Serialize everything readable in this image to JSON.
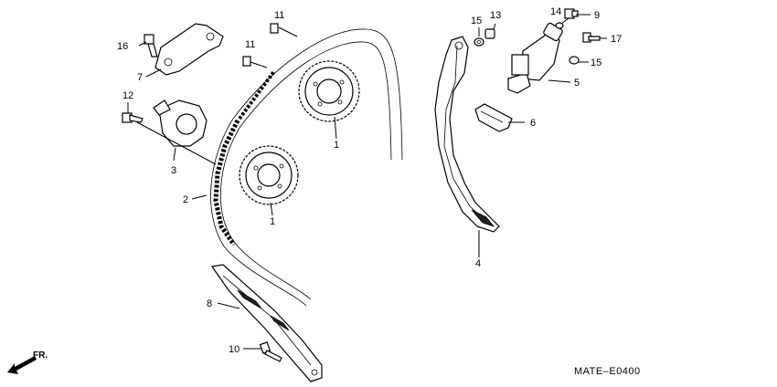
{
  "diagram_code": "MATE–E0400",
  "direction_label": "FR.",
  "callouts": [
    {
      "id": "c1a",
      "label": "1"
    },
    {
      "id": "c1b",
      "label": "1"
    },
    {
      "id": "c2",
      "label": "2"
    },
    {
      "id": "c3",
      "label": "3"
    },
    {
      "id": "c4",
      "label": "4"
    },
    {
      "id": "c5",
      "label": "5"
    },
    {
      "id": "c6",
      "label": "6"
    },
    {
      "id": "c7",
      "label": "7"
    },
    {
      "id": "c8",
      "label": "8"
    },
    {
      "id": "c9",
      "label": "9"
    },
    {
      "id": "c10",
      "label": "10"
    },
    {
      "id": "c11a",
      "label": "11"
    },
    {
      "id": "c11b",
      "label": "11"
    },
    {
      "id": "c12",
      "label": "12"
    },
    {
      "id": "c13",
      "label": "13"
    },
    {
      "id": "c14",
      "label": "14"
    },
    {
      "id": "c15a",
      "label": "15"
    },
    {
      "id": "c15b",
      "label": "15"
    },
    {
      "id": "c16",
      "label": "16"
    },
    {
      "id": "c17",
      "label": "17"
    }
  ]
}
